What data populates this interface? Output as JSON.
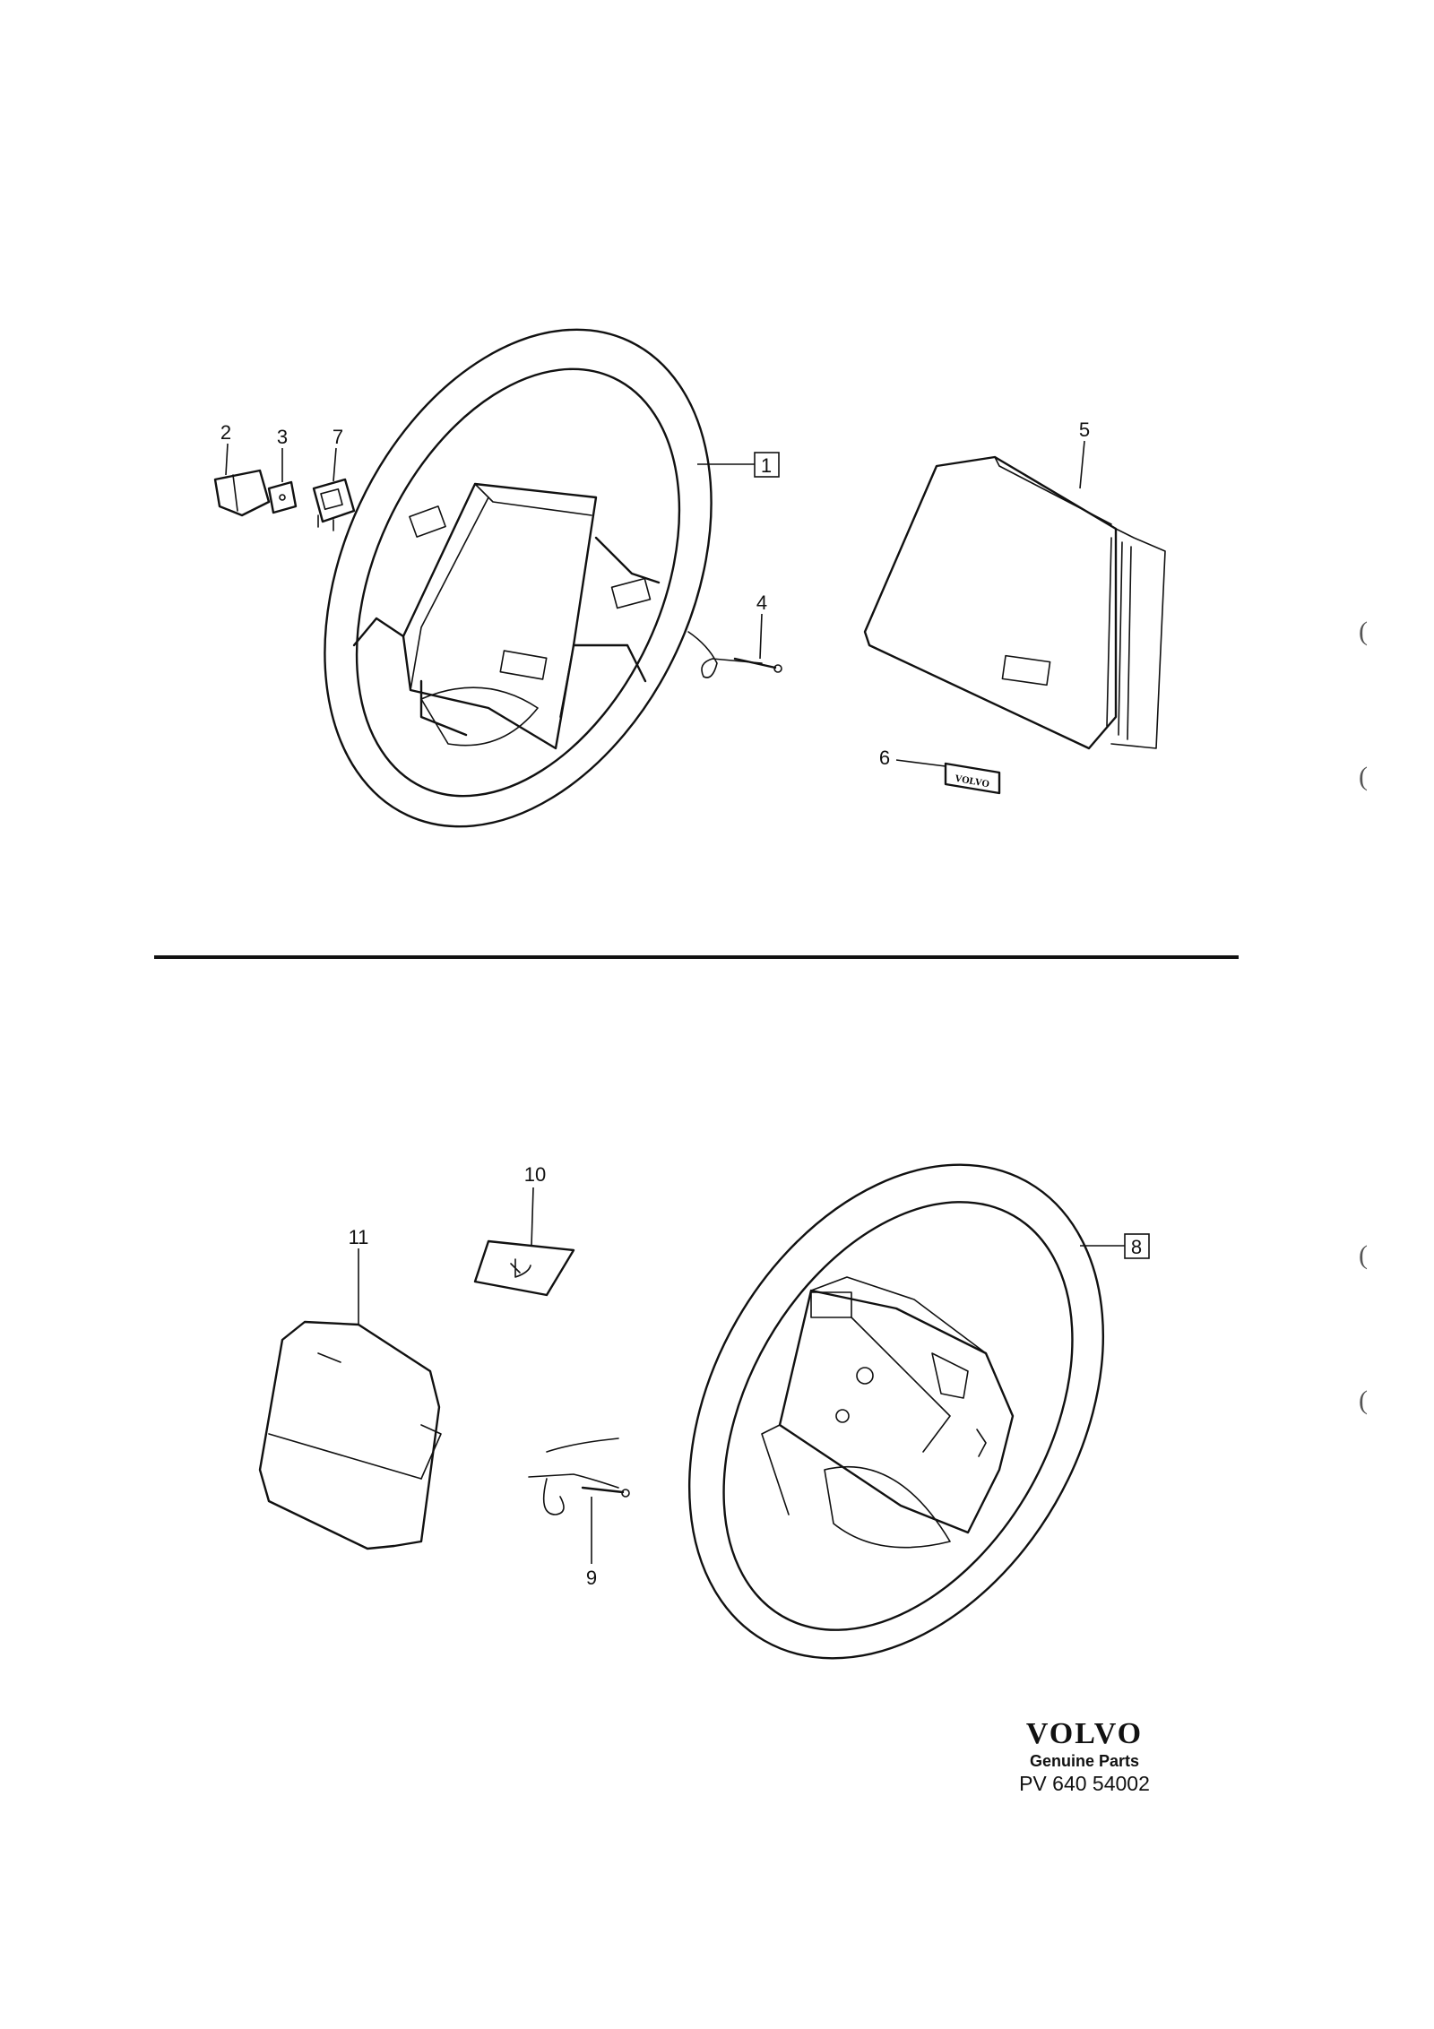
{
  "callouts": {
    "c1": "1",
    "c2": "2",
    "c3": "3",
    "c4": "4",
    "c5": "5",
    "c6": "6",
    "c7": "7",
    "c8": "8",
    "c9": "9",
    "c10": "10",
    "c11": "11"
  },
  "emblem_text": "VOLVO",
  "footer": {
    "logo": "VOLVO",
    "subtitle": "Genuine Parts",
    "code": "PV 640 54002"
  },
  "margin_marks": [
    "(",
    "(",
    "(",
    "("
  ],
  "colors": {
    "ink": "#111111",
    "paper": "#ffffff"
  }
}
